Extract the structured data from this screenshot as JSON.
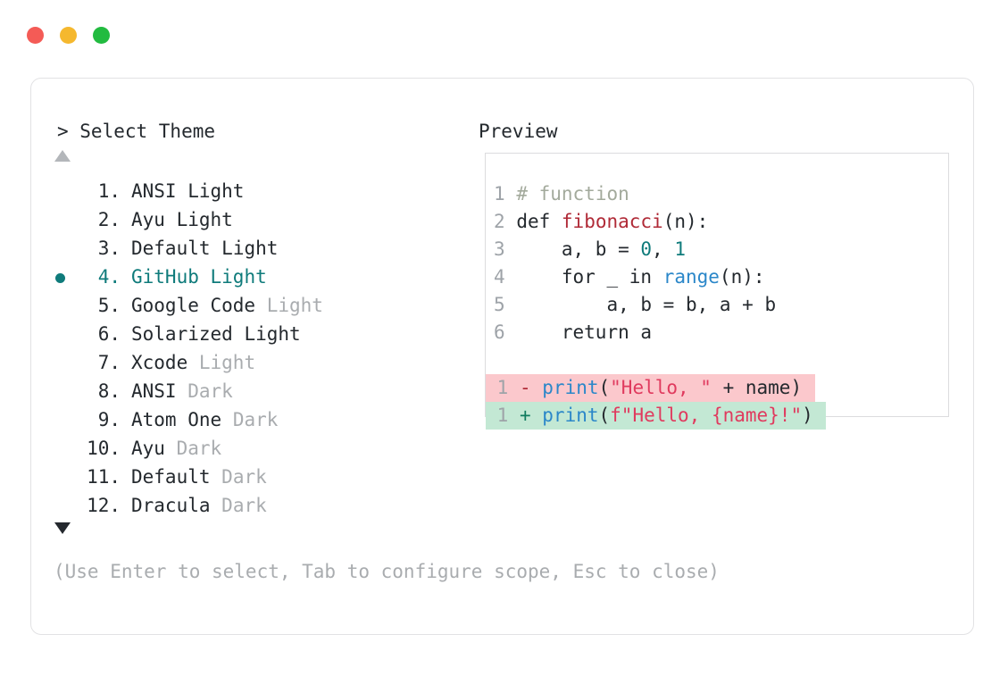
{
  "window": {
    "dots": [
      {
        "name": "close",
        "color": "#f45b56"
      },
      {
        "name": "minimize",
        "color": "#f5b82e"
      },
      {
        "name": "maximize",
        "color": "#22bb40"
      }
    ]
  },
  "prompt": {
    "left_header": "> Select Theme",
    "right_header": "Preview",
    "scroll_up_indicator": "▲",
    "scroll_down_indicator": "▼",
    "selected_index": 4,
    "help_text": "(Use Enter to select, Tab to configure scope, Esc to close)"
  },
  "theme_list": [
    {
      "num": "1.",
      "name": "ANSI",
      "suffix": "Light",
      "suffix_dim": false,
      "selected": false
    },
    {
      "num": "2.",
      "name": "Ayu",
      "suffix": "Light",
      "suffix_dim": false,
      "selected": false
    },
    {
      "num": "3.",
      "name": "Default",
      "suffix": "Light",
      "suffix_dim": false,
      "selected": false
    },
    {
      "num": "4.",
      "name": "GitHub",
      "suffix": "Light",
      "suffix_dim": false,
      "selected": true
    },
    {
      "num": "5.",
      "name": "Google Code",
      "suffix": "Light",
      "suffix_dim": true,
      "selected": false
    },
    {
      "num": "6.",
      "name": "Solarized",
      "suffix": "Light",
      "suffix_dim": false,
      "selected": false
    },
    {
      "num": "7.",
      "name": "Xcode",
      "suffix": "Light",
      "suffix_dim": true,
      "selected": false
    },
    {
      "num": "8.",
      "name": "ANSI",
      "suffix": "Dark",
      "suffix_dim": true,
      "selected": false
    },
    {
      "num": "9.",
      "name": "Atom One",
      "suffix": "Dark",
      "suffix_dim": true,
      "selected": false
    },
    {
      "num": "10.",
      "name": "Ayu",
      "suffix": "Dark",
      "suffix_dim": true,
      "selected": false
    },
    {
      "num": "11.",
      "name": "Default",
      "suffix": "Dark",
      "suffix_dim": true,
      "selected": false
    },
    {
      "num": "12.",
      "name": "Dracula",
      "suffix": "Dark",
      "suffix_dim": true,
      "selected": false
    }
  ],
  "preview": {
    "code_lines": [
      {
        "ln": "1",
        "text": "# function"
      },
      {
        "ln": "2",
        "text": "def fibonacci(n):"
      },
      {
        "ln": "3",
        "text": "    a, b = 0, 1"
      },
      {
        "ln": "4",
        "text": "    for _ in range(n):"
      },
      {
        "ln": "5",
        "text": "        a, b = b, a + b"
      },
      {
        "ln": "6",
        "text": "    return a"
      }
    ],
    "diff_lines": [
      {
        "ln": "1",
        "marker": "-",
        "text": "print(\"Hello, \" + name)",
        "kind": "deletion"
      },
      {
        "ln": "1",
        "marker": "+",
        "text": "print(f\"Hello, {name}!\")",
        "kind": "addition"
      }
    ]
  },
  "colors": {
    "accent_teal": "#0f7b7b",
    "dim_grey": "#a9acaf",
    "text": "#24292e",
    "diff_del_bg": "#fbc8cc",
    "diff_add_bg": "#c3e8d4",
    "comment": "#a3aa9c",
    "function": "#b02a37",
    "builtin": "#2b87c9",
    "string": "#e03a5e"
  }
}
